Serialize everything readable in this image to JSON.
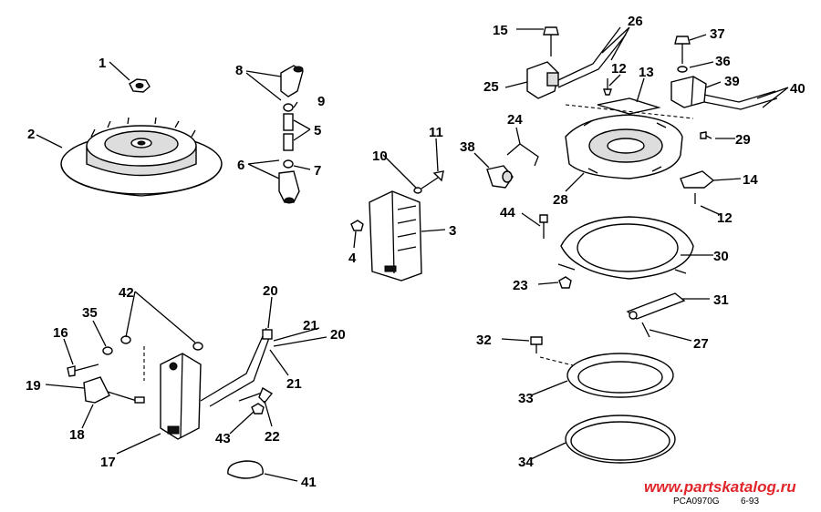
{
  "labels": {
    "l1": "1",
    "l2": "2",
    "l3": "3",
    "l4": "4",
    "l5": "5",
    "l6": "6",
    "l7": "7",
    "l8": "8",
    "l9": "9",
    "l10": "10",
    "l11": "11",
    "l12a": "12",
    "l12b": "12",
    "l13": "13",
    "l14": "14",
    "l15": "15",
    "l16": "16",
    "l17": "17",
    "l18": "18",
    "l19": "19",
    "l20a": "20",
    "l20b": "20",
    "l21a": "21",
    "l21b": "21",
    "l22": "22",
    "l23": "23",
    "l24": "24",
    "l25": "25",
    "l26": "26",
    "l27": "27",
    "l28": "28",
    "l29": "29",
    "l30": "30",
    "l31": "31",
    "l32": "32",
    "l33": "33",
    "l34": "34",
    "l35": "35",
    "l36": "36",
    "l37": "37",
    "l38": "38",
    "l39": "39",
    "l40": "40",
    "l41": "41",
    "l42": "42",
    "l43": "43",
    "l44": "44"
  },
  "watermark": "www.partskatalog.ru",
  "drawing_code": "PCA0970G",
  "drawing_date": "6-93"
}
